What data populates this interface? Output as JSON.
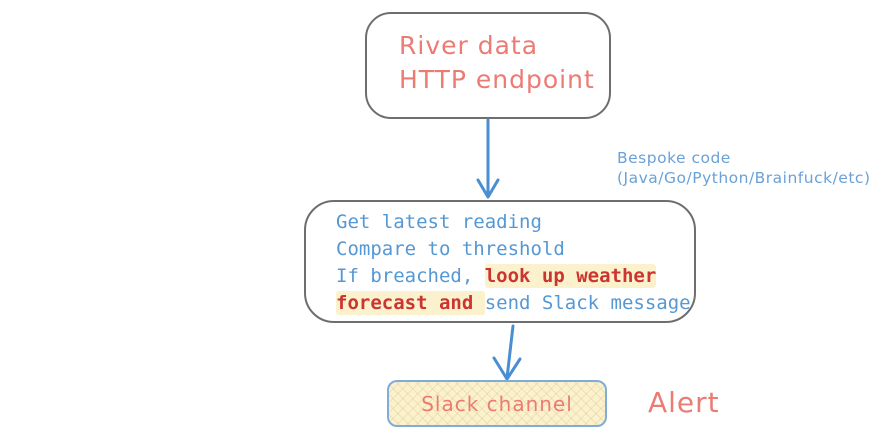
{
  "diagram": {
    "source_box": {
      "line1": "River data",
      "line2": "HTTP endpoint"
    },
    "bespoke_label": {
      "line1": "Bespoke code",
      "line2": "(Java/Go/Python/Brainfuck/etc)"
    },
    "process_box": {
      "line1": "Get latest reading",
      "line2": "Compare to threshold",
      "line3_blue": "If breached, ",
      "line3_red": "look up weather",
      "line4_red": "forecast and ",
      "line4_blue": "send Slack message"
    },
    "output_box": {
      "label": "Slack channel"
    },
    "alert_label": "Alert",
    "colors": {
      "box_border": "#6e6e6e",
      "handwritten_red": "#ec7b74",
      "code_blue": "#5598d4",
      "code_red": "#cb3431",
      "highlight": "#fbf2cd",
      "arrow_blue": "#4a8ed2",
      "label_blue": "#6aa1d8",
      "slack_fill": "#fbf1cc",
      "slack_border": "#7eadda"
    }
  }
}
